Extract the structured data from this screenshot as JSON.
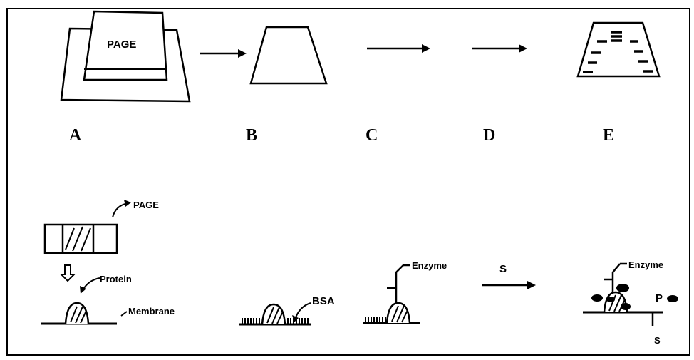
{
  "stages": {
    "a": "A",
    "b": "B",
    "c": "C",
    "d": "D",
    "e": "E"
  },
  "top_row": {
    "gel_label": "PAGE"
  },
  "bottom_row": {
    "page_label": "PAGE",
    "protein_label": "Protein",
    "membrane_label": "Membrane",
    "bsa_label": "BSA",
    "enzyme_label_1": "Enzyme",
    "substrate_arrow_label": "S",
    "enzyme_label_2": "Enzyme",
    "product_label": "P",
    "substrate_label": "S"
  },
  "colors": {
    "ink": "#000000",
    "background": "#ffffff"
  }
}
